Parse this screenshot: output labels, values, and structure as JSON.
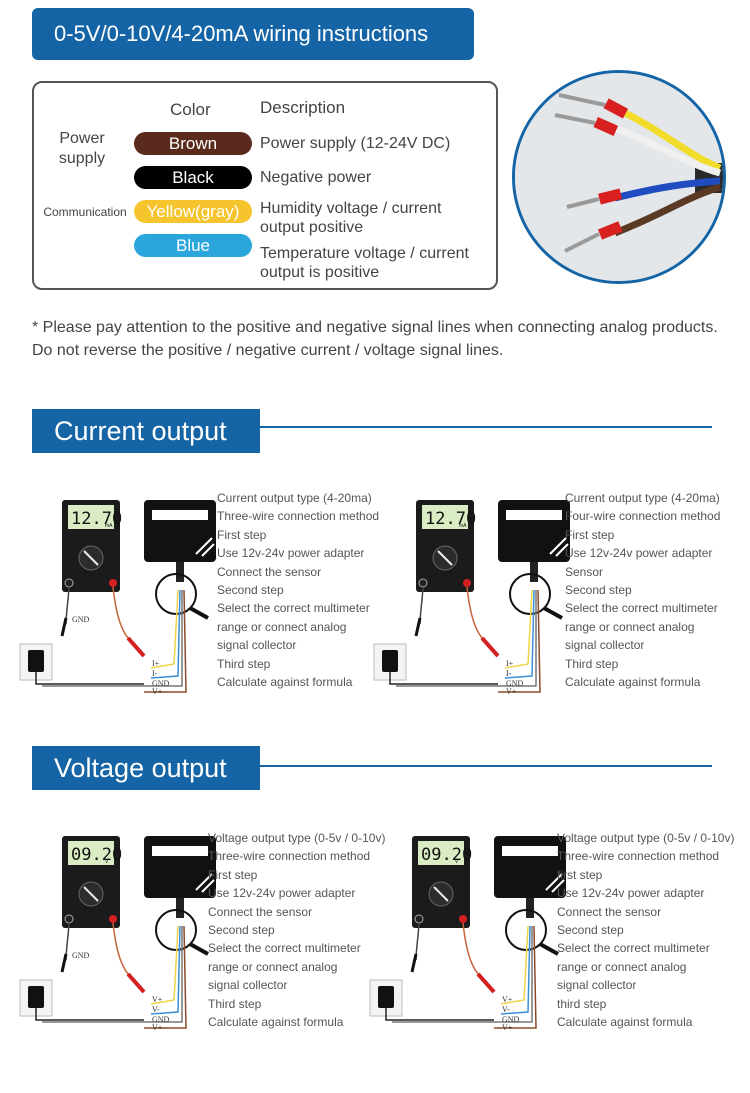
{
  "header": {
    "title": "0-5V/0-10V/4-20mA wiring instructions"
  },
  "wiring_table": {
    "color_header": "Color",
    "description_header": "Description",
    "power_label": "Power\nsupply",
    "communication_label": "Communication",
    "rows": [
      {
        "color_name": "Brown",
        "color_hex": "#5a2a1c",
        "description": "Power supply (12-24V DC)"
      },
      {
        "color_name": "Black",
        "color_hex": "#000000",
        "description": "Negative power"
      },
      {
        "color_name": "Yellow(gray)",
        "color_hex": "#f6c42c",
        "description": "Humidity voltage / current output positive"
      },
      {
        "color_name": "Blue",
        "color_hex": "#2aa6dc",
        "description": "Temperature voltage / current output is positive"
      }
    ]
  },
  "note": "* Please pay attention to the positive and negative signal lines when connecting analog products. Do not reverse the positive / negative current / voltage signal lines.",
  "current_section": {
    "title": "Current output",
    "left": {
      "display": "12.70",
      "unit": "mA",
      "steps": [
        "Current output type (4-20ma)",
        "Three-wire connection method",
        "First step",
        "Use 12v-24v power adapter",
        "Connect the sensor",
        "Second step",
        "Select the correct multimeter",
        "range or connect analog",
        "signal collector",
        "Third step",
        "Calculate against formula"
      ],
      "wire_labels": [
        "I+",
        "I-",
        "GND",
        "V+"
      ],
      "gnd_label": "GND"
    },
    "right": {
      "display": "12.70",
      "unit": "mA",
      "steps": [
        "Current output type (4-20ma)",
        "Four-wire connection method",
        "First step",
        "Use 12v-24v power adapter",
        "Sensor",
        "Second step",
        "Select the correct multimeter",
        "range or connect analog",
        "signal collector",
        "Third step",
        "Calculate against formula"
      ],
      "wire_labels": [
        "I+",
        "I-",
        "GND",
        "V+"
      ]
    }
  },
  "voltage_section": {
    "title": "Voltage output",
    "left": {
      "display": "09.20",
      "unit": "V",
      "steps": [
        "Voltage output type (0-5v / 0-10v)",
        "Three-wire connection method",
        "First step",
        "Use 12v-24v power adapter",
        "Connect the sensor",
        "Second step",
        "Select the correct multimeter",
        "range or connect analog",
        "signal collector",
        "Third step",
        "Calculate against formula"
      ],
      "wire_labels": [
        "V+",
        "V-",
        "GND",
        "V+"
      ],
      "gnd_label": "GND"
    },
    "right": {
      "display": "09.20",
      "unit": "V",
      "steps": [
        "Voltage output type (0-5v / 0-10v)",
        "Three-wire connection method",
        "first step",
        "Use 12v-24v power adapter",
        "Connect the sensor",
        "Second step",
        "Select the correct multimeter",
        "range or connect analog",
        "signal collector",
        "third step",
        "Calculate against formula"
      ],
      "wire_labels": [
        "V+",
        "V-",
        "GND",
        "V+"
      ]
    }
  },
  "colors": {
    "accent": "#1565a6",
    "brown_wire": "#8b4a2b",
    "yellow_wire": "#f0d44a",
    "blue_wire": "#3a8fd8",
    "red_probe": "#d32020"
  }
}
